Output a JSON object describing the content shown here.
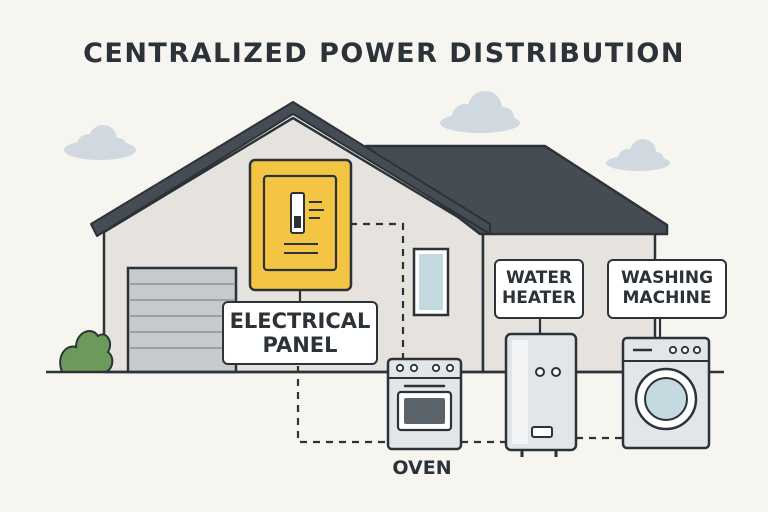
{
  "title": "CENTRALIZED POWER DISTRIBUTION",
  "labels": {
    "panel_line1": "ELECTRICAL",
    "panel_line2": "PANEL",
    "heater_line1": "WATER",
    "heater_line2": "HEATER",
    "washer_line1": "WASHING",
    "washer_line2": "MACHINE",
    "oven": "OVEN"
  },
  "colors": {
    "background": "#f7f5f0",
    "outline": "#2b3339",
    "wall": "#e6e3de",
    "roof": "#454c53",
    "panel": "#f4c443",
    "garage": "#c6cacd",
    "window": "#c4d9e0",
    "appliance": "#e3e6e8",
    "bush": "#6b9a5a",
    "cloud": "#cfd9df"
  }
}
